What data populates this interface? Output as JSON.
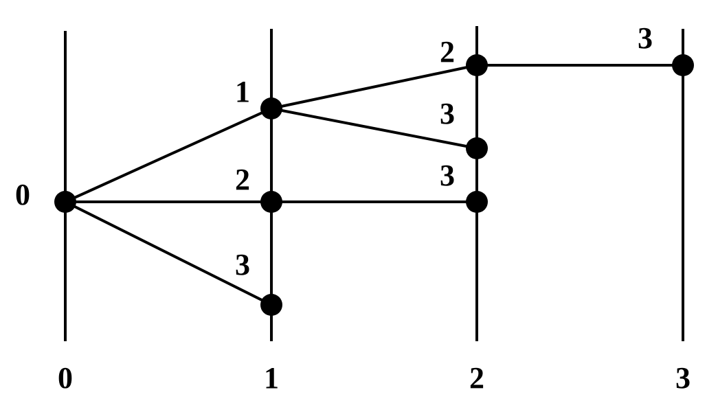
{
  "diagram": {
    "colors": {
      "line": "#000000",
      "node": "#000000",
      "text": "#000000",
      "background": "#ffffff"
    },
    "axis_labels": [
      "0",
      "1",
      "2",
      "3"
    ],
    "nodes": [
      {
        "id": "n0",
        "column": "0",
        "label": "0"
      },
      {
        "id": "n1a",
        "column": "1",
        "label": "1"
      },
      {
        "id": "n1b",
        "column": "1",
        "label": "2"
      },
      {
        "id": "n1c",
        "column": "1",
        "label": "3"
      },
      {
        "id": "n2a",
        "column": "2",
        "label": "2"
      },
      {
        "id": "n2b",
        "column": "2",
        "label": "3"
      },
      {
        "id": "n2c",
        "column": "2",
        "label": "3"
      },
      {
        "id": "n3a",
        "column": "3",
        "label": "3"
      }
    ],
    "edges": [
      [
        "n0",
        "n1a"
      ],
      [
        "n0",
        "n1b"
      ],
      [
        "n0",
        "n1c"
      ],
      [
        "n1a",
        "n2a"
      ],
      [
        "n1a",
        "n2b"
      ],
      [
        "n1b",
        "n2c"
      ],
      [
        "n2a",
        "n3a"
      ]
    ]
  }
}
